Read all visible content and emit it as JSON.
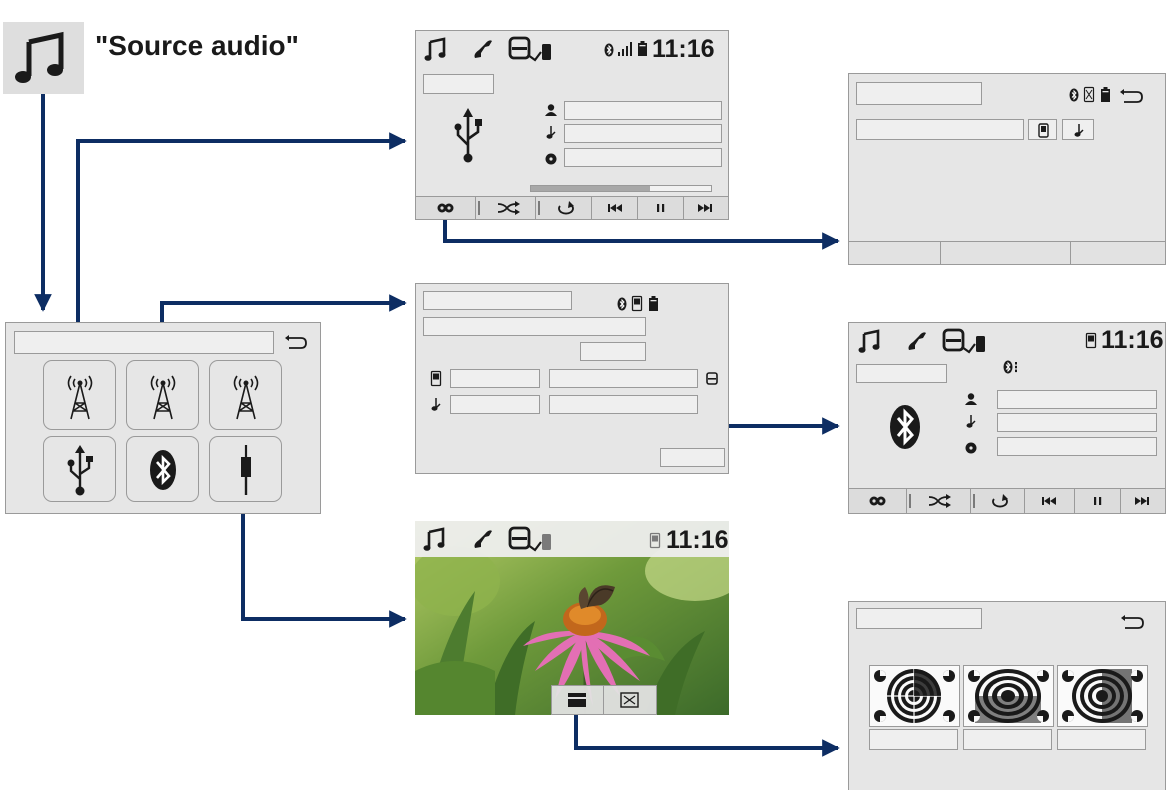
{
  "header": {
    "title": "\"Source audio\"",
    "music_icon": "music-note-icon"
  },
  "status": {
    "clock_usb": "11:16",
    "clock_bluetooth": "11:16",
    "clock_aux": "11:16"
  },
  "colors": {
    "arrow": "#0d2d63",
    "screen_bg": "#e6e6e6",
    "screen_border": "#9a9a9a",
    "icon": "#1a1a1a"
  },
  "source_menu": {
    "tiles": [
      {
        "icon": "radio-tower-icon"
      },
      {
        "icon": "radio-tower-icon"
      },
      {
        "icon": "radio-tower-icon"
      },
      {
        "icon": "usb-icon"
      },
      {
        "icon": "bluetooth-icon"
      },
      {
        "icon": "aux-jack-icon"
      }
    ]
  },
  "playback_controls": [
    "settings-icon",
    "shuffle-icon",
    "repeat-icon",
    "previous-track-icon",
    "pause-icon",
    "next-track-icon"
  ],
  "progress": {
    "usb_track": 0.66
  }
}
